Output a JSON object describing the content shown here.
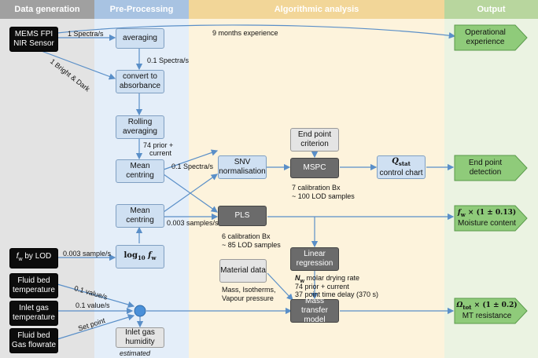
{
  "columns": {
    "data_generation": "Data generation",
    "pre_processing": "Pre-Processing",
    "algorithmic_analysis": "Algorithmic analysis",
    "output": "Output"
  },
  "nodes": {
    "mems": "MEMS FPI NIR Sensor",
    "fw_lod_var": "f",
    "fw_lod_sub": "w",
    "fw_lod_rest": " by LOD",
    "fluid_bed_temp": "Fluid bed temperature",
    "inlet_gas_temp": "Inlet gas temperature",
    "fluid_bed_flow": "Fluid bed Gas flowrate",
    "averaging": "averaging",
    "convert": "convert to absorbance",
    "rolling": "Rolling averaging",
    "mean_centring_1": "Mean centring",
    "mean_centring_2": "Mean centring",
    "log_prefix": "log",
    "log_base": "10",
    "log_var": "f",
    "log_sub": "w",
    "inlet_humidity": "Inlet gas humidity",
    "snv": "SNV normalisation",
    "mspc": "MSPC",
    "end_point_criterion": "End point criterion",
    "qstat_var": "Q",
    "qstat_sub": "stat",
    "qstat_label": "control chart",
    "pls": "PLS",
    "linear_regression": "Linear regression",
    "material_data": "Material data",
    "mass_transfer": "Mass transfer model",
    "out_operational": "Operational experience",
    "out_end_point": "End point detection",
    "out_moisture_formula_var": "f",
    "out_moisture_formula_sub": "w",
    "out_moisture_formula_rest": " × (1 ± 0.13)",
    "out_moisture_label": "Moisture content",
    "out_mt_formula_var": "Ω",
    "out_mt_formula_sub": "tot",
    "out_mt_formula_rest": " × (1 ± 0.2)",
    "out_mt_label": "MT resistance"
  },
  "labels": {
    "spectra_1": "1 Spectra/s",
    "nine_months": "9 months experience",
    "spectra_01": "0.1 Spectra/s",
    "bright_dark": "1 Bright & Dark",
    "prior_74_a": "74 prior +",
    "prior_74_b": "current",
    "spectra_01_b": "0.1 Spectra/s",
    "samples_0003": "0.003 samples/s",
    "sample_0003": "0.003 sample/s",
    "calib_mspc_a": "7 calibration Bx",
    "calib_mspc_b": "~ 100 LOD samples",
    "calib_pls_a": "6 calibration Bx",
    "calib_pls_b": "~ 85 LOD samples",
    "nw_var": "N",
    "nw_sub": "w",
    "nw_rest": " molar drying rate",
    "lr_prior": "74 prior + current",
    "lr_delay": "37 point time delay (370 s)",
    "material_props": "Mass, Isotherms, Vapour pressure",
    "value_01_a": "0.1 value/s",
    "value_01_b": "0.1 value/s",
    "set_point": "Set point",
    "estimated": "estimated"
  },
  "colors": {
    "data_generation_bg": "#e3e3e3",
    "data_generation_head": "#a0a0a0",
    "pre_processing_bg": "#e4eef9",
    "pre_processing_head": "#a8c3e2",
    "algorithmic_bg": "#fdf3dc",
    "algorithmic_head": "#f2d698",
    "output_bg": "#ebf3e2",
    "output_head": "#b8d69e",
    "output_arrow": "#8fcb7a",
    "connector": "#5a8fc8",
    "junction": "#4a90d9"
  }
}
